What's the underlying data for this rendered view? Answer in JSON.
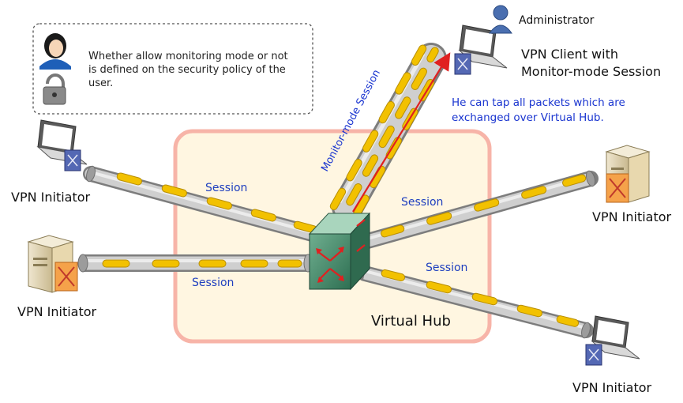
{
  "note": {
    "text_line1": "Whether allow monitoring mode or not",
    "text_line2": "is defined on the security policy of the",
    "text_line3": "user."
  },
  "admin": {
    "label": "Administrator",
    "client_line1": "VPN Client with",
    "client_line2": "Monitor-mode Session",
    "tap_line1": "He can tap all packets which are",
    "tap_line2": "exchanged over Virtual Hub.",
    "monitor_session_label": "Monitor-mode Session"
  },
  "hub": {
    "label": "Virtual Hub"
  },
  "initiators": {
    "top_left": "VPN Initiator",
    "mid_left": "VPN Initiator",
    "right": "VPN Initiator",
    "bottom_right": "VPN Initiator"
  },
  "sessions": {
    "top_left": "Session",
    "mid_left": "Session",
    "right": "Session",
    "bottom_right": "Session"
  },
  "colors": {
    "hub_border": "#f7b4a8",
    "hub_fill": "#fff6e1",
    "pipe": "#bdbdbd",
    "packet": "#f2c100",
    "session_text": "#1f3fbf",
    "tap_text": "#1a35d0",
    "arrow": "#e02020"
  }
}
